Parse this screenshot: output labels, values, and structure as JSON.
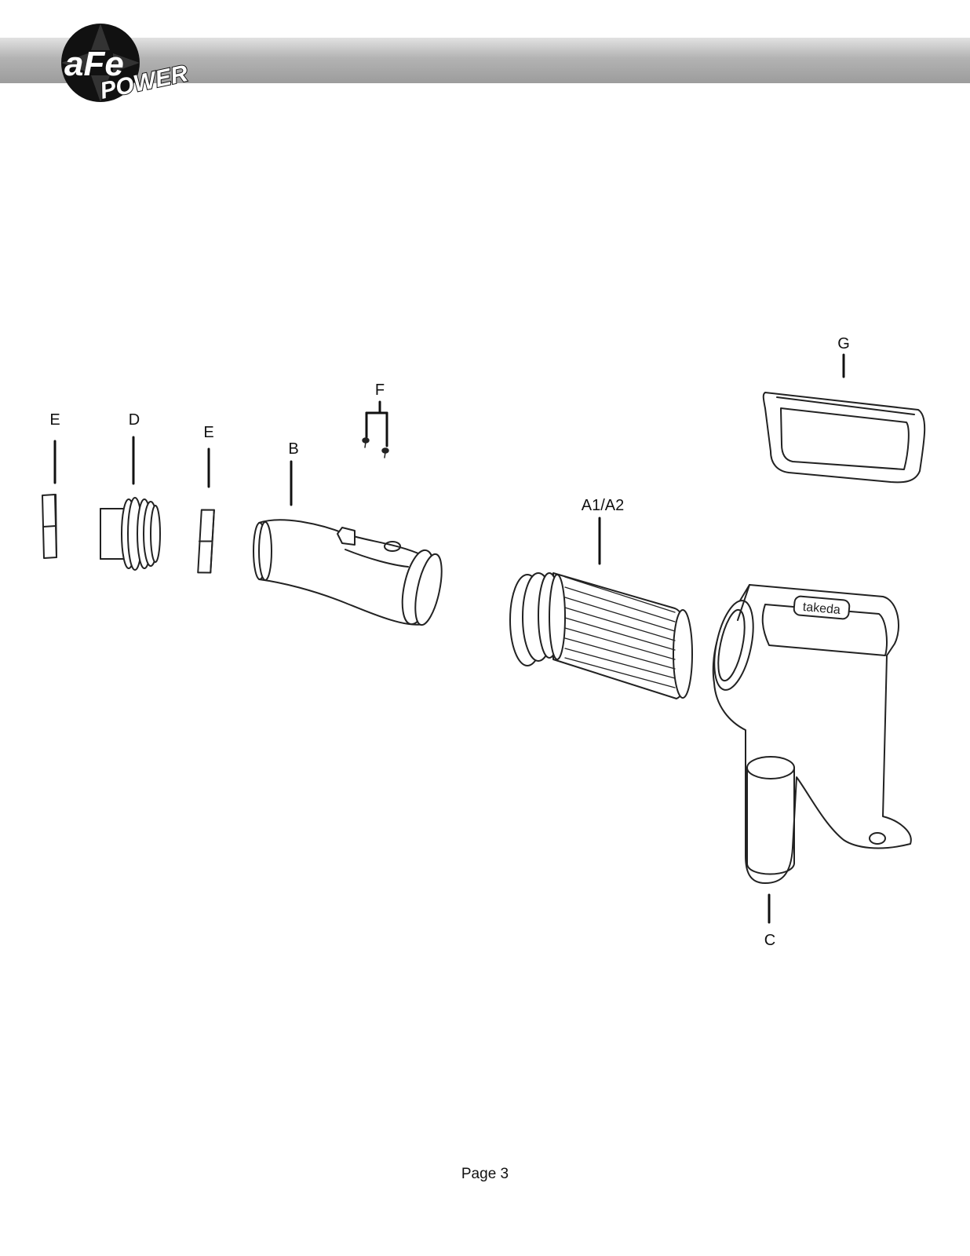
{
  "header": {
    "logo_icon": "afe-power-logo-icon",
    "logo_text_top": "aFe",
    "logo_text_bottom": "POWER"
  },
  "callouts": {
    "e_left": "E",
    "d": "D",
    "e_right": "E",
    "b": "B",
    "f": "F",
    "a": "A1/A2",
    "g": "G",
    "c": "C"
  },
  "footer": {
    "page": "Page 3"
  },
  "colors": {
    "header_gradient_top": "#e2e2e2",
    "header_gradient_bottom": "#9c9c9c",
    "ink": "#111111"
  }
}
